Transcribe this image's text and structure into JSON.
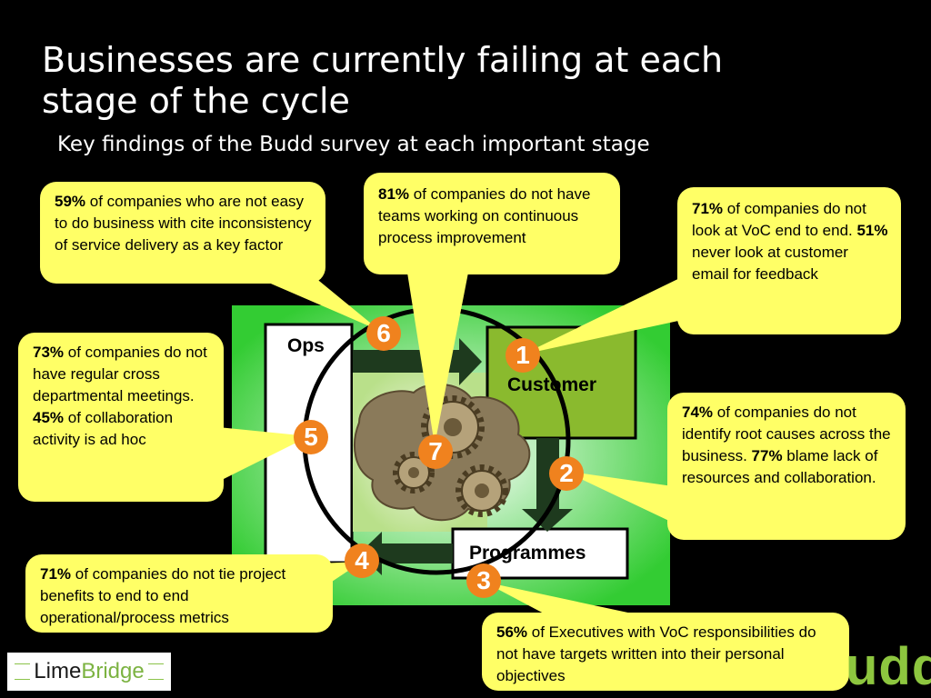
{
  "slide": {
    "title": "Businesses are currently failing at each stage of the cycle",
    "subtitle": "Key findings of the Budd survey at each important stage"
  },
  "diagram": {
    "ops_label": "Ops",
    "customer_label": "Customer",
    "programmes_label": "Programmes",
    "badges": [
      "1",
      "2",
      "3",
      "4",
      "5",
      "6",
      "7"
    ],
    "colors": {
      "callout": "#ffff66",
      "badge": "#f0821e",
      "frame_green": "#33cc33",
      "customer_green": "#8aba2e"
    }
  },
  "callouts": {
    "c59": {
      "pct": "59%",
      "text": " of companies who are not easy to do business with cite inconsistency of service delivery as a key factor"
    },
    "c81": {
      "pct": "81%",
      "text": " of companies do not have teams working on continuous process improvement"
    },
    "c71a": {
      "pct1": "71%",
      "text1": " of companies do not look at VoC end to end. ",
      "pct2": "51%",
      "text2": " never look at customer email for feedback"
    },
    "c73": {
      "pct1": "73%",
      "text1": " of companies do not have regular cross departmental meetings. ",
      "pct2": "45%",
      "text2": " of collaboration activity is ad hoc"
    },
    "c74": {
      "pct1": "74%",
      "text1": " of companies do not identify root causes across the business. ",
      "pct2": "77%",
      "text2": " blame lack of resources and collaboration."
    },
    "c71b": {
      "pct": "71%",
      "text": " of companies do not tie project benefits to end to end operational/process metrics"
    },
    "c56": {
      "pct": "56%",
      "text": " of Executives with VoC responsibilities do not have targets written into their personal objectives"
    }
  },
  "footer": {
    "logo_lime": "Lime",
    "logo_bridge": "Bridge",
    "brand_partial": "udd"
  }
}
